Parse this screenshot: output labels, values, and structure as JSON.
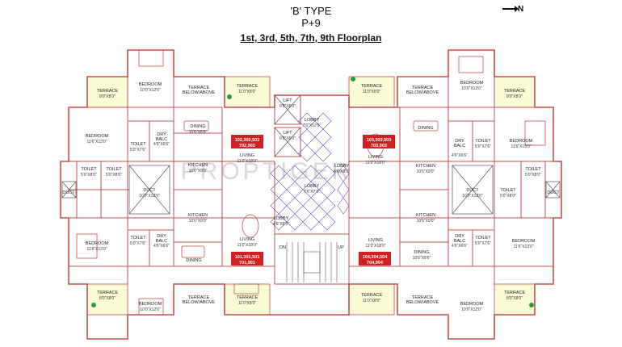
{
  "header": {
    "type_title": "'B' TYPE",
    "floors": "P+9",
    "plan_title": "1st, 3rd, 5th, 7th, 9th Floorplan",
    "north_label": "N"
  },
  "watermark": "PROPTIGER",
  "colors": {
    "wall": "#c0504d",
    "terrace_fill": "#fbfbd6",
    "unit_tag": "#d21f1f",
    "lobby_pattern": "#6a4fb0",
    "furniture": "#c0504d",
    "plant": "#2e9a3a"
  },
  "rooms": {
    "lift1_name": "LIFT",
    "lift1_dim": "6'0\"X6'0\"",
    "lift2_name": "LIFT",
    "lift2_dim": "6'0\"X6'0\"",
    "lobby_top_name": "LOBBY",
    "lobby_top_dim": "7'6\"X12'6\"",
    "lobby_mid_name": "LOBBY",
    "lobby_mid_dim": "7'6\"X7'3\"",
    "lobby_right_name": "LOBBY",
    "lobby_right_dim": "4'6\"X9'3\"",
    "lobby_bot_name": "LOBBY",
    "lobby_bot_dim": "4'6\"X9'3\"",
    "stair_dn": "DN",
    "stair_up": "UP",
    "tl_bed_top_name": "BEDROOM",
    "tl_bed_top_dim": "10'0\"X12'0\"",
    "tl_terrace_name": "TERRACE",
    "tl_terrace_dim": "8'0\"X8'0\"",
    "tl_terrace_ba_name": "TERRACE\nBELOW/ABOVE",
    "tl_terrace2_name": "TERRACE",
    "tl_terrace2_dim": "11'0\"X8'0\"",
    "tl_bed_side_name": "BEDROOM",
    "tl_bed_side_dim": "11'6\"X13'0\"",
    "tl_toilet_name": "TOILET",
    "tl_toilet_dim": "5'0\"X7'6\"",
    "tl_drybalc_name": "DRY\nBALC",
    "tl_drybalc_dim": "4'6\"X6'6\"",
    "tl_dining_name": "DINING",
    "tl_dining_dim": "10'6\"X8'6\"",
    "tl_living_name": "LIVING",
    "tl_living_dim": "11'0\"X18'0\"",
    "tl_kitchen_name": "KITCHEN",
    "tl_kitchen_dim": "10'6\"X9'0\"",
    "tl_duct_name": "DUCT",
    "tl_duct_dim": "10'0\"X12'0\"",
    "l_toilet1_name": "TOILET",
    "l_toilet1_dim": "5'0\"X8'0\"",
    "l_toilet2_name": "TOILET",
    "l_toilet2_dim": "5'0\"X8'0\"",
    "l_duct_name": "DUCT",
    "bl_kitchen_name": "KITCHEN",
    "bl_kitchen_dim": "10'6\"X9'0\"",
    "bl_bed_side_name": "BEDROOM",
    "bl_bed_side_dim": "11'6\"X13'0\"",
    "bl_toilet_name": "TOILET",
    "bl_toilet_dim": "5'0\"X7'6\"",
    "bl_drybalc_name": "DRY\nBALC",
    "bl_drybalc_dim": "4'6\"X6'6\"",
    "bl_dining_name": "DINING",
    "bl_living_name": "LIVING",
    "bl_living_dim": "11'0\"X18'0\"",
    "bl_terrace_name": "TERRACE",
    "bl_terrace_dim": "8'0\"X8'0\"",
    "bl_bed_bot_name": "BEDROOM",
    "bl_bed_bot_dim": "10'0\"X12'0\"",
    "bl_terrace_ba_name": "TERRACE\nBELOW/ABOVE",
    "bl_terrace2_name": "TERRACE",
    "bl_terrace2_dim": "11'0\"X8'0\"",
    "tr_terrace_name": "TERRACE",
    "tr_terrace_dim": "11'0\"X8'0\"",
    "tr_terrace_ba_name": "TERRACE\nBELOW/ABOVE",
    "tr_bed_top_name": "BEDROOM",
    "tr_bed_top_dim": "10'0\"X12'0\"",
    "tr_terrace2_name": "TERRACE",
    "tr_terrace2_dim": "8'0\"X8'0\"",
    "tr_dining_name": "DINING",
    "tr_living_name": "LIVING",
    "tr_living_dim": "11'0\"X18'0\"",
    "tr_kitchen_name": "KITCHEN",
    "tr_kitchen_dim": "10'6\"X9'0\"",
    "tr_drybalc_name": "DRY\nBALC",
    "tr_drybalc_dim": "4'6\"X6'6\"",
    "tr_toilet_name": "TOILET",
    "tr_toilet_dim": "5'0\"X7'6\"",
    "tr_bed_side_name": "BEDROOM",
    "tr_bed_side_dim": "11'6\"X13'0\"",
    "tr_duct_name": "DUCT",
    "tr_duct_dim": "10'0\"X12'6\"",
    "r_toilet1_name": "TOILET",
    "r_toilet1_dim": "5'0\"X8'0\"",
    "r_toilet2_name": "TOILET",
    "r_toilet2_dim": "5'0\"X8'0\"",
    "r_duct_name": "DUCT",
    "br_kitchen_name": "KITCHEN",
    "br_kitchen_dim": "10'6\"X9'0\"",
    "br_living_name": "LIVING",
    "br_living_dim": "11'0\"X18'0\"",
    "br_dining_name": "DINING",
    "br_dining_dim": "10'6\"X8'6\"",
    "br_drybalc_name": "DRY\nBALC",
    "br_drybalc_dim": "4'6\"X6'6\"",
    "br_toilet_name": "TOILET",
    "br_toilet_dim": "5'0\"X7'6\"",
    "br_bed_side_name": "BEDROOM",
    "br_bed_side_dim": "11'6\"X13'0\"",
    "br_terrace_name": "TERRACE",
    "br_terrace_dim": "11'0\"X8'0\"",
    "br_terrace_ba_name": "TERRACE\nBELOW/ABOVE",
    "br_bed_bot_name": "BEDROOM",
    "br_bed_bot_dim": "10'0\"X12'0\"",
    "br_terrace2_name": "TERRACE",
    "br_terrace2_dim": "8'0\"X8'0\""
  },
  "units": {
    "tl_line1": "102,302,502",
    "tl_line2": "702,902",
    "tr_line1": "103,303,503",
    "tr_line2": "703,903",
    "bl_line1": "101,301,501",
    "bl_line2": "701,901",
    "br_line1": "104,304,504",
    "br_line2": "704,904"
  }
}
